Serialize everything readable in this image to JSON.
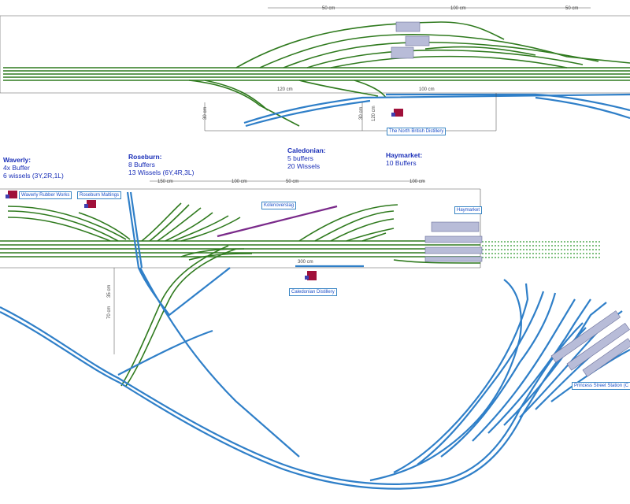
{
  "notes": {
    "waverly": {
      "title": "Waverly:",
      "line1": "4x Buffer",
      "line2": "6 wissels (3Y,2R,1L)"
    },
    "roseburn": {
      "title": "Roseburn:",
      "line1": "8 Buffers",
      "line2": "13 Wissels (6Y,4R,3L)"
    },
    "caledonian": {
      "title": "Caledonian:",
      "line1": "5 buffers",
      "line2": "20 Wissels"
    },
    "haymarket": {
      "title": "Haymarket:",
      "line1": "10 Buffers"
    }
  },
  "labels": {
    "north_british": "The North British Distillery",
    "waverly_rubber": "Waverly Rubber Works",
    "roseburn_maltings": "Roseburn Maltings",
    "kolenoverslag": "Kolenoverslag",
    "haymarket": "Haymarket",
    "caledonian_distillery": "Caledonian Distillery",
    "princes_street": "Princess Street Station (C"
  },
  "dimensions": {
    "top_120": "120 cm",
    "top_100": "100 cm",
    "left_30": "30 cm",
    "mid_30": "30 cm",
    "mid_120": "120 cm",
    "ruler_1": "50 cm",
    "ruler_2": "100 cm",
    "ruler_3": "50 cm",
    "ruler_4": "150 cm",
    "ruler_5": "100 cm",
    "ruler_6": "50 cm",
    "ruler_7": "100 cm",
    "bottom_300": "300 cm",
    "left_35": "35 cm",
    "left_70": "70 cm"
  },
  "colors": {
    "green_track": "#2f7a1e",
    "blue_track": "#2f7fc8",
    "purple_track": "#7a2a8a",
    "building": "#b8bcd8",
    "note_text": "#1a2fb8"
  }
}
